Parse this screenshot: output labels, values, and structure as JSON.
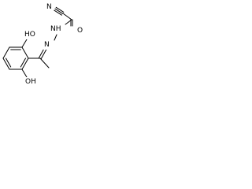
{
  "molecule": {
    "atoms": {
      "cyano_n": "N",
      "carbonyl_o": "O",
      "amide_nh": "NH",
      "imine_n": "N",
      "hydroxyl_top": "HO",
      "hydroxyl_bottom": "OH"
    },
    "colors": {
      "bond": "#000000",
      "label": "#000000",
      "background": "#ffffff"
    }
  }
}
